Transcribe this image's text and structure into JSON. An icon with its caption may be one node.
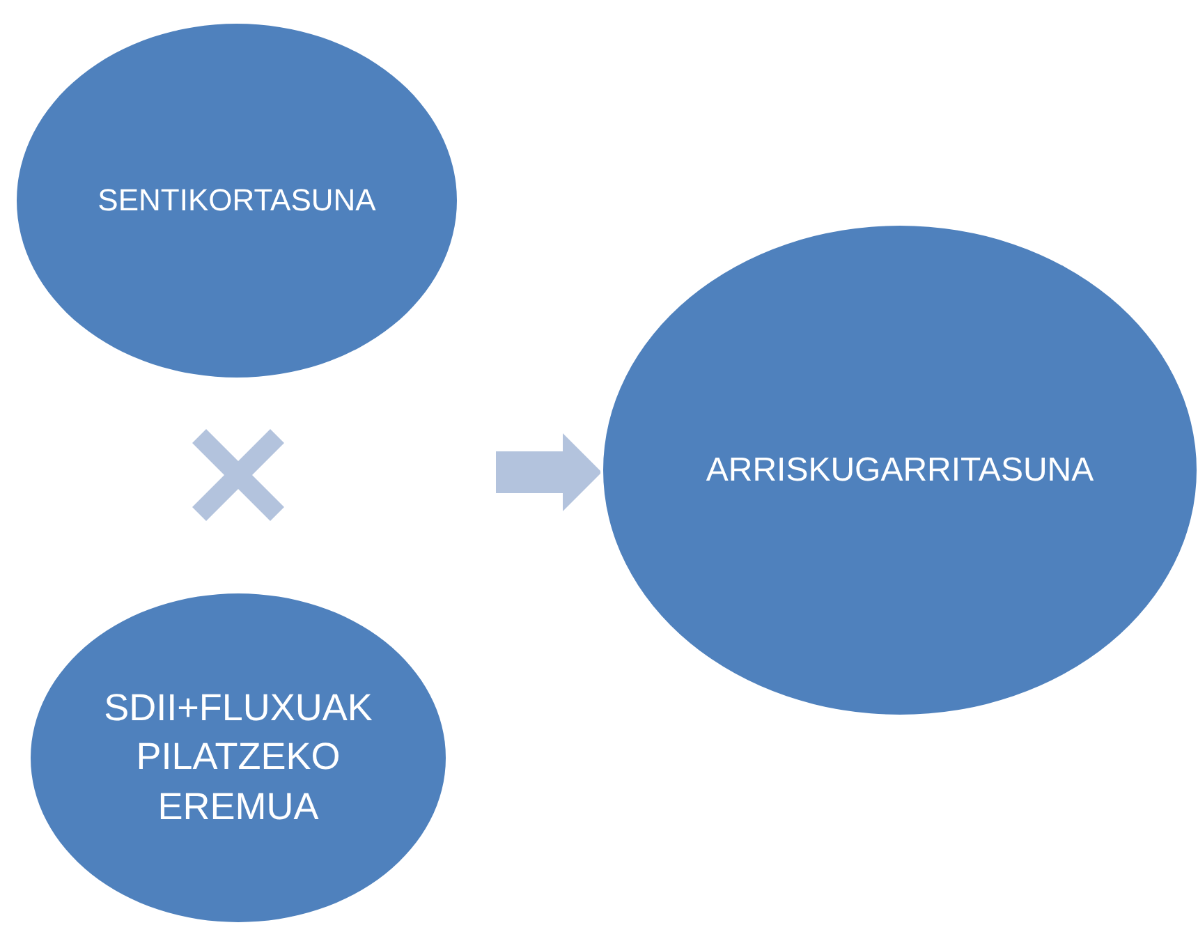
{
  "diagram": {
    "nodes": [
      {
        "text": [
          "SENTIKORTASUNA"
        ]
      },
      {
        "text": [
          "SDII+FLUXUAK PILATZEKO EREMUA"
        ]
      },
      {
        "text": [
          "ARRISKUGARRITASUNA"
        ]
      }
    ],
    "edges": [
      {
        "from": null,
        "to": 2,
        "arrow": "to"
      }
    ]
  }
}
